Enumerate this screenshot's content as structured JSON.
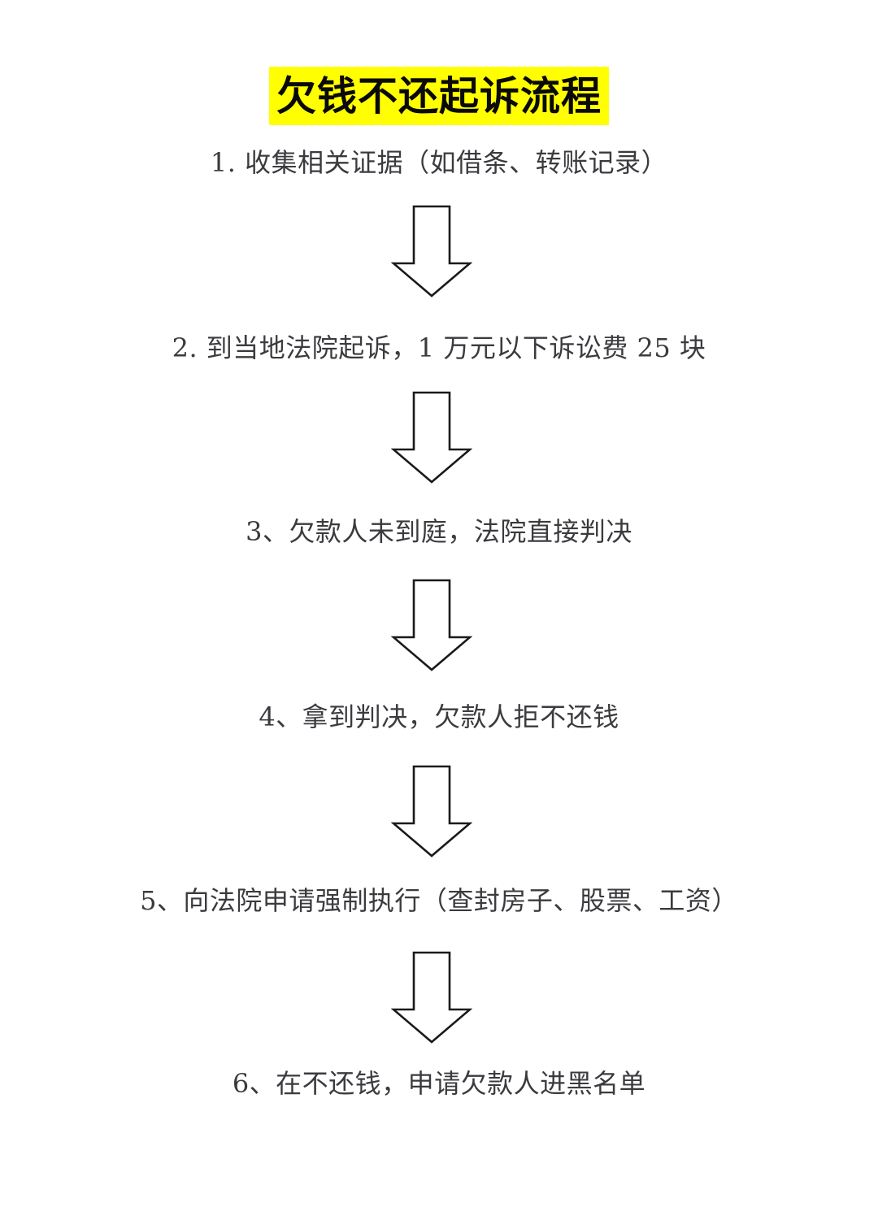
{
  "document": {
    "background_color": "#ffffff",
    "title": {
      "text": "欠钱不还起诉流程",
      "highlight_color": "#FFFF00",
      "text_color": "#0a0a0a"
    },
    "text_color": "#3b3b3f",
    "arrow": {
      "icon": "arrow-down-icon",
      "fill": "#ffffff",
      "stroke": "#1a1a1a",
      "count": 5
    },
    "steps": [
      {
        "id": 1,
        "text": "1. 收集相关证据（如借条、转账记录）"
      },
      {
        "id": 2,
        "text": "2. 到当地法院起诉，1 万元以下诉讼费 25 块"
      },
      {
        "id": 3,
        "text": "3、欠款人未到庭，法院直接判决"
      },
      {
        "id": 4,
        "text": "4、拿到判决，欠款人拒不还钱"
      },
      {
        "id": 5,
        "text": "5、向法院申请强制执行（查封房子、股票、工资）"
      },
      {
        "id": 6,
        "text": "6、在不还钱，申请欠款人进黑名单"
      }
    ]
  }
}
